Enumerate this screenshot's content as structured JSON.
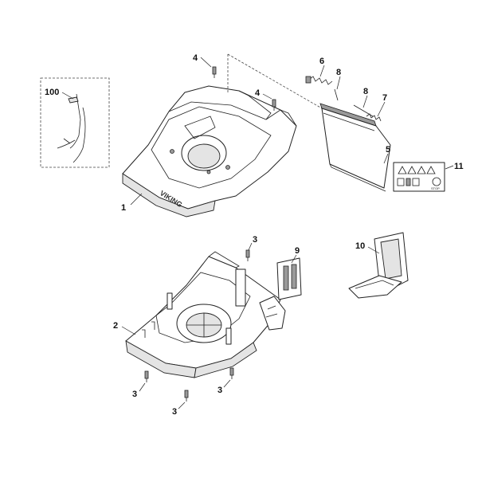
{
  "callouts": {
    "c1": "1",
    "c2": "2",
    "c3a": "3",
    "c3b": "3",
    "c3c": "3",
    "c3d": "3",
    "c4a": "4",
    "c4b": "4",
    "c5": "5",
    "c6": "6",
    "c7": "7",
    "c8a": "8",
    "c8b": "8",
    "c9": "9",
    "c10": "10",
    "c11": "11",
    "c100": "100"
  },
  "logo_text": "VIKING",
  "label_text": "STOP"
}
